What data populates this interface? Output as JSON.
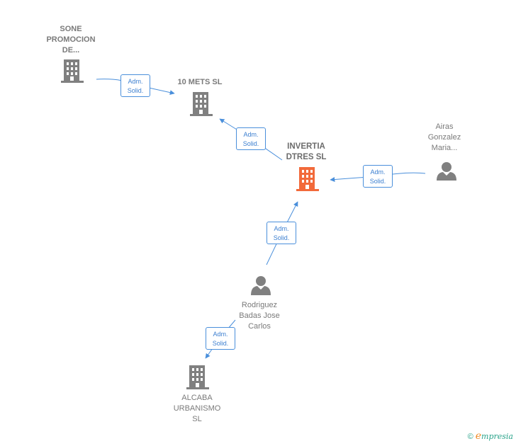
{
  "nodes": {
    "sone": {
      "lines": [
        "SONE",
        "PROMOCION",
        "DE..."
      ]
    },
    "mets": {
      "lines": [
        "10 METS  SL"
      ]
    },
    "invertia": {
      "lines": [
        "INVERTIA",
        "DTRES  SL"
      ]
    },
    "airas": {
      "lines": [
        "Airas",
        "Gonzalez",
        "Maria..."
      ]
    },
    "rodriguez": {
      "lines": [
        "Rodriguez",
        "Badas Jose",
        "Carlos"
      ]
    },
    "alcaba": {
      "lines": [
        "ALCABA",
        "URBANISMO",
        "SL"
      ]
    }
  },
  "edges": [
    {
      "line1": "Adm.",
      "line2": "Solid."
    },
    {
      "line1": "Adm.",
      "line2": "Solid."
    },
    {
      "line1": "Adm.",
      "line2": "Solid."
    },
    {
      "line1": "Adm.",
      "line2": "Solid."
    },
    {
      "line1": "Adm.",
      "line2": "Solid."
    }
  ],
  "colors": {
    "company": "#808080",
    "focus": "#f26a3b",
    "person": "#808080",
    "edge": "#4a8fdb"
  },
  "icons": {
    "company": "building-icon",
    "person": "person-icon"
  },
  "watermark": {
    "copyright": "©",
    "brand_e": "e",
    "brand_rest": "mpresia"
  }
}
